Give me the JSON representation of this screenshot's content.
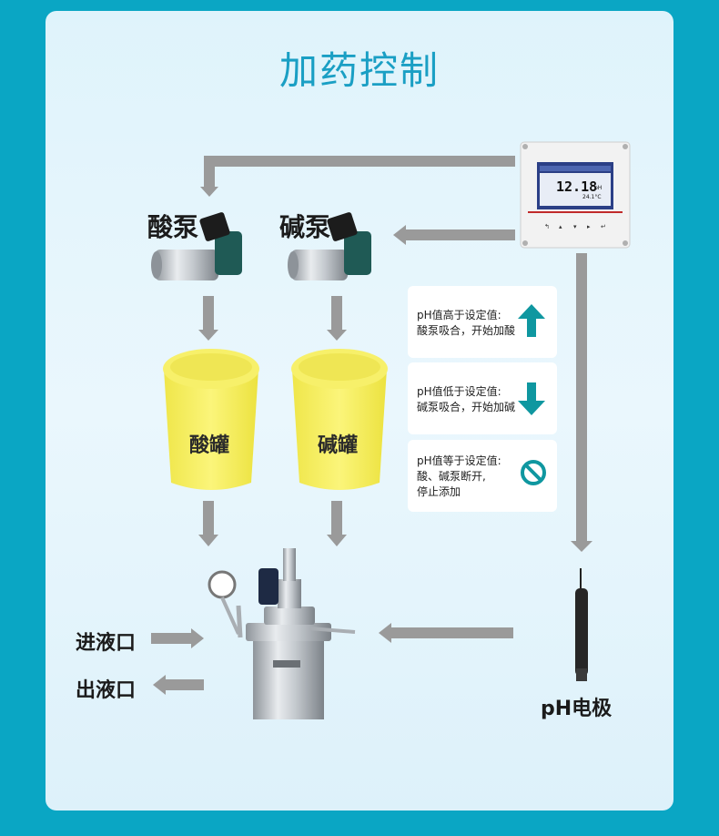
{
  "title": "加药控制",
  "acid_pump": "酸泵",
  "base_pump": "碱泵",
  "acid_tank": "酸罐",
  "base_tank": "碱罐",
  "inlet": "进液口",
  "outlet": "出液口",
  "electrode": "pH电极",
  "controller": {
    "reading": "12.18",
    "unit": "pH",
    "temp": "24.1°C"
  },
  "notes": [
    {
      "line1": "pH值高于设定值:",
      "line2": "酸泵吸合，开始加酸",
      "line3": "",
      "icon": "arrow-up-icon"
    },
    {
      "line1": "pH值低于设定值:",
      "line2": "碱泵吸合，开始加碱",
      "line3": "",
      "icon": "arrow-down-icon"
    },
    {
      "line1": "pH值等于设定值:",
      "line2": "酸、碱泵断开,",
      "line3": "停止添加",
      "icon": "stop-icon"
    }
  ],
  "colors": {
    "accent": "#1a9fc4",
    "tank": "#f6ee5a",
    "arrow": "#9a9a9a",
    "icon": "#0f97a0"
  }
}
